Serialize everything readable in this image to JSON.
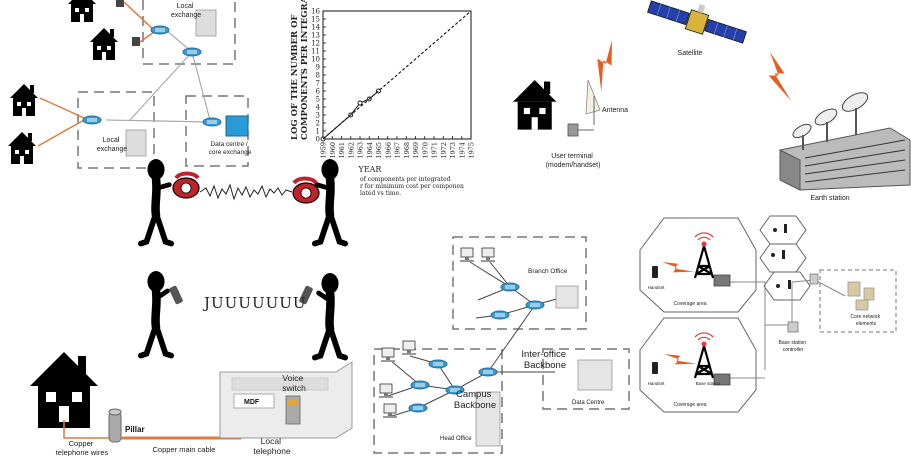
{
  "pstn": {
    "local_exchange_top": "Local\nexchange",
    "local_exchange_left": "Local\nexchange",
    "data_centre": "Data centre /\ncore exchange"
  },
  "moore": {
    "ylabel_line1": "LOG  OF THE NUMBER OF",
    "ylabel_line2": "COMPONENTS PER INTEGRATED FUNCTION",
    "xlabel": "YEAR",
    "caption_line1": "of components per integrated",
    "caption_line2": "r for minimum cost per componen",
    "caption_line3": "lated vs time.",
    "yticks": [
      "0",
      "1",
      "2",
      "3",
      "4",
      "5",
      "6",
      "7",
      "8",
      "9",
      "10",
      "11",
      "12",
      "13",
      "14",
      "15",
      "16"
    ],
    "xticks": [
      "1959",
      "1960",
      "1961",
      "1962",
      "1963",
      "1964",
      "1965",
      "1966",
      "1967",
      "1968",
      "1969",
      "1970",
      "1971",
      "1972",
      "1973",
      "1974",
      "1975"
    ]
  },
  "chart_data": {
    "type": "line",
    "title": "",
    "xlabel": "YEAR",
    "ylabel": "LOG OF THE NUMBER OF COMPONENTS PER INTEGRATED FUNCTION",
    "xlim": [
      1959,
      1975
    ],
    "ylim": [
      0,
      16
    ],
    "series": [
      {
        "values_x": [
          1959,
          1962,
          1963,
          1964,
          1965
        ],
        "values_y": [
          0,
          3,
          4.5,
          5,
          6
        ],
        "marker": "circle"
      },
      {
        "values_x": [
          1959,
          1975
        ],
        "values_y": [
          0,
          16
        ],
        "style": "dashed"
      }
    ]
  },
  "satellite": {
    "satellite_label": "Satellite",
    "antenna_label": "Antenna",
    "user_terminal": "User terminal\n(modem/handset)",
    "earth_station": "Earth station"
  },
  "comic": {
    "wave_text": "JUUUUUUU"
  },
  "network": {
    "branch_office": "Branch Office",
    "inter_office": "Inter-office\nBackbone",
    "campus": "Campus\nBackbone",
    "data_centre": "Data Centre",
    "head_office": "Head Office"
  },
  "cellular": {
    "coverage_top": "Coverage area",
    "coverage_bottom": "Coverage area",
    "handset_top": "Handset",
    "handset_bottom": "Handset",
    "base_station": "Base station",
    "base_station_controller": "Base station\ncontroller",
    "core_network": "Core network\nelements"
  },
  "local_loop": {
    "voice_switch": "Voice\nswitch",
    "mdf": "MDF",
    "pillar": "Pillar",
    "copper_wires": "Copper\ntelephone wires",
    "copper_main": "Copper main cable",
    "local_telephone": "Local\ntelephone"
  }
}
